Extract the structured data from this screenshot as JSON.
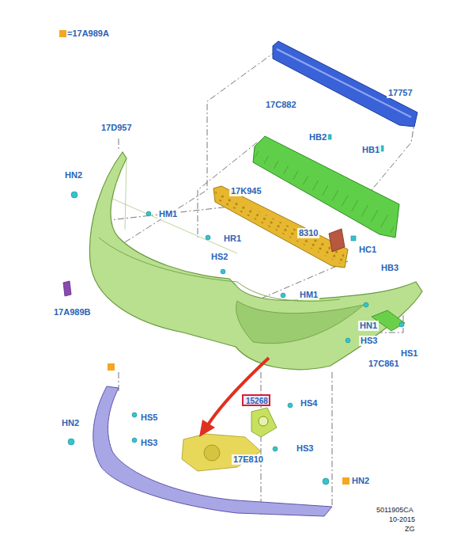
{
  "diagram": {
    "nodes": [
      {
        "text": [
          "15268"
        ]
      }
    ],
    "labels": [
      "17757",
      "HB2",
      "HB1",
      "17D957",
      "17C882",
      "HN2",
      "17K945",
      "HM1",
      "HR1",
      "8310",
      "HC1",
      "HS2",
      "HB3",
      "17A989B",
      "HM1",
      "HN1",
      "HS3",
      "HS1",
      "17C861",
      "HS4",
      "HN2",
      "HS5",
      "HS3",
      "HS3",
      "17E810",
      "HN2",
      "5011905CA",
      "10-2015",
      "ZG"
    ],
    "legend": [
      {
        "text": "=17A989A",
        "color": "#f5a623"
      }
    ]
  }
}
